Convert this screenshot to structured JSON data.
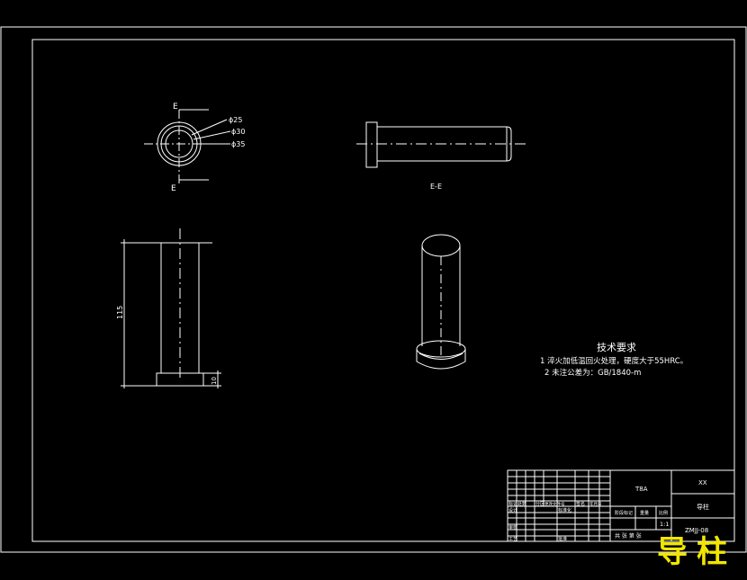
{
  "drawing": {
    "section_marks": {
      "top": "E",
      "bottom": "E"
    },
    "diameter_labels": [
      "ϕ25",
      "ϕ30",
      "ϕ35"
    ],
    "section_view_label": "E-E",
    "dimension_length": "115",
    "dimension_base": "10"
  },
  "technical_requirements": {
    "title": "技术要求",
    "items": [
      "1 淬火加低温回火处理，硬度大于55HRC。",
      "2 未注公差为：GB/1840-m"
    ]
  },
  "title_block": {
    "material": "T8A",
    "part_name": "导柱",
    "drawing_no": "ZMJJ-08",
    "scale": "1:1",
    "unit_mark": "XX",
    "sheet": "共 张 第 张",
    "row_labels": [
      "标记",
      "设计",
      "审核",
      "工艺"
    ],
    "col_labels": [
      "处数",
      "分区",
      "更改文件号",
      "签名",
      "年月日"
    ],
    "small_labels": [
      "标准化",
      "批准",
      "阶段标记",
      "重量",
      "比例"
    ]
  },
  "watermark": "导柱",
  "colors": {
    "background": "#000000",
    "lines": "#ffffff",
    "watermark": "#f2e600"
  }
}
